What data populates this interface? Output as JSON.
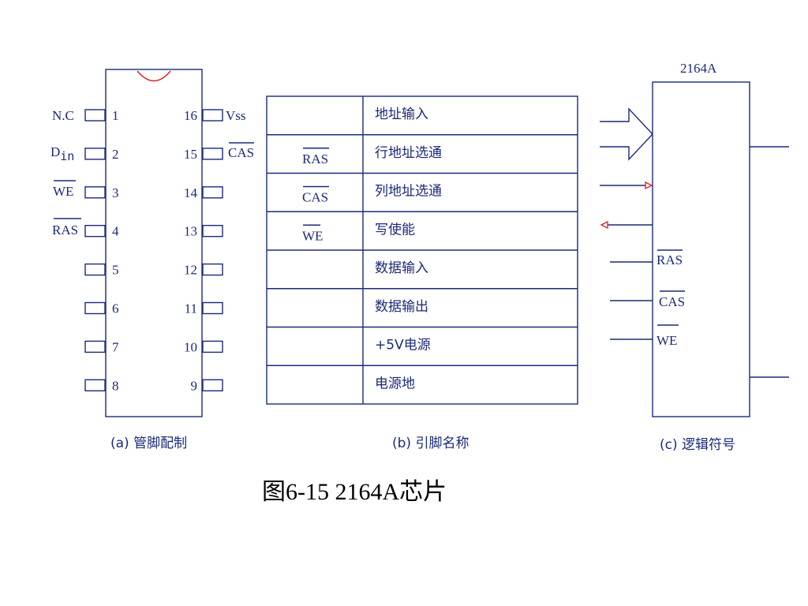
{
  "colors": {
    "line": "#1b2a7a",
    "accent": "#e02020",
    "text": "#1b2a7a",
    "caption": "#000000"
  },
  "pinout": {
    "left_labels": {
      "nc": "N.C",
      "din_main": "D",
      "din_sub": "in",
      "we": "WE",
      "ras": "RAS"
    },
    "right_labels": {
      "vss": "Vss",
      "cas": "CAS"
    },
    "left_numbers": [
      "1",
      "2",
      "3",
      "4",
      "5",
      "6",
      "7",
      "8"
    ],
    "right_numbers": [
      "16",
      "15",
      "14",
      "13",
      "12",
      "11",
      "10",
      "9"
    ],
    "caption": "(a)  管脚配制"
  },
  "pin_table": {
    "rows": [
      {
        "symbol": "",
        "name": "地址输入"
      },
      {
        "symbol": "RAS",
        "name": "行地址选通"
      },
      {
        "symbol": "CAS",
        "name": "列地址选通"
      },
      {
        "symbol": "WE",
        "name": "写使能"
      },
      {
        "symbol": "",
        "name": "数据输入"
      },
      {
        "symbol": "",
        "name": "数据输出"
      },
      {
        "symbol": "",
        "name": "+5V电源"
      },
      {
        "symbol": "",
        "name": "电源地"
      }
    ],
    "caption": "(b)  引脚名称"
  },
  "logic_symbol": {
    "title": "2164A",
    "inputs": {
      "ras": "RAS",
      "cas": "CAS",
      "we": "WE"
    },
    "caption": "(c)  逻辑符号"
  },
  "figure_caption": "图6-15  2164A芯片"
}
